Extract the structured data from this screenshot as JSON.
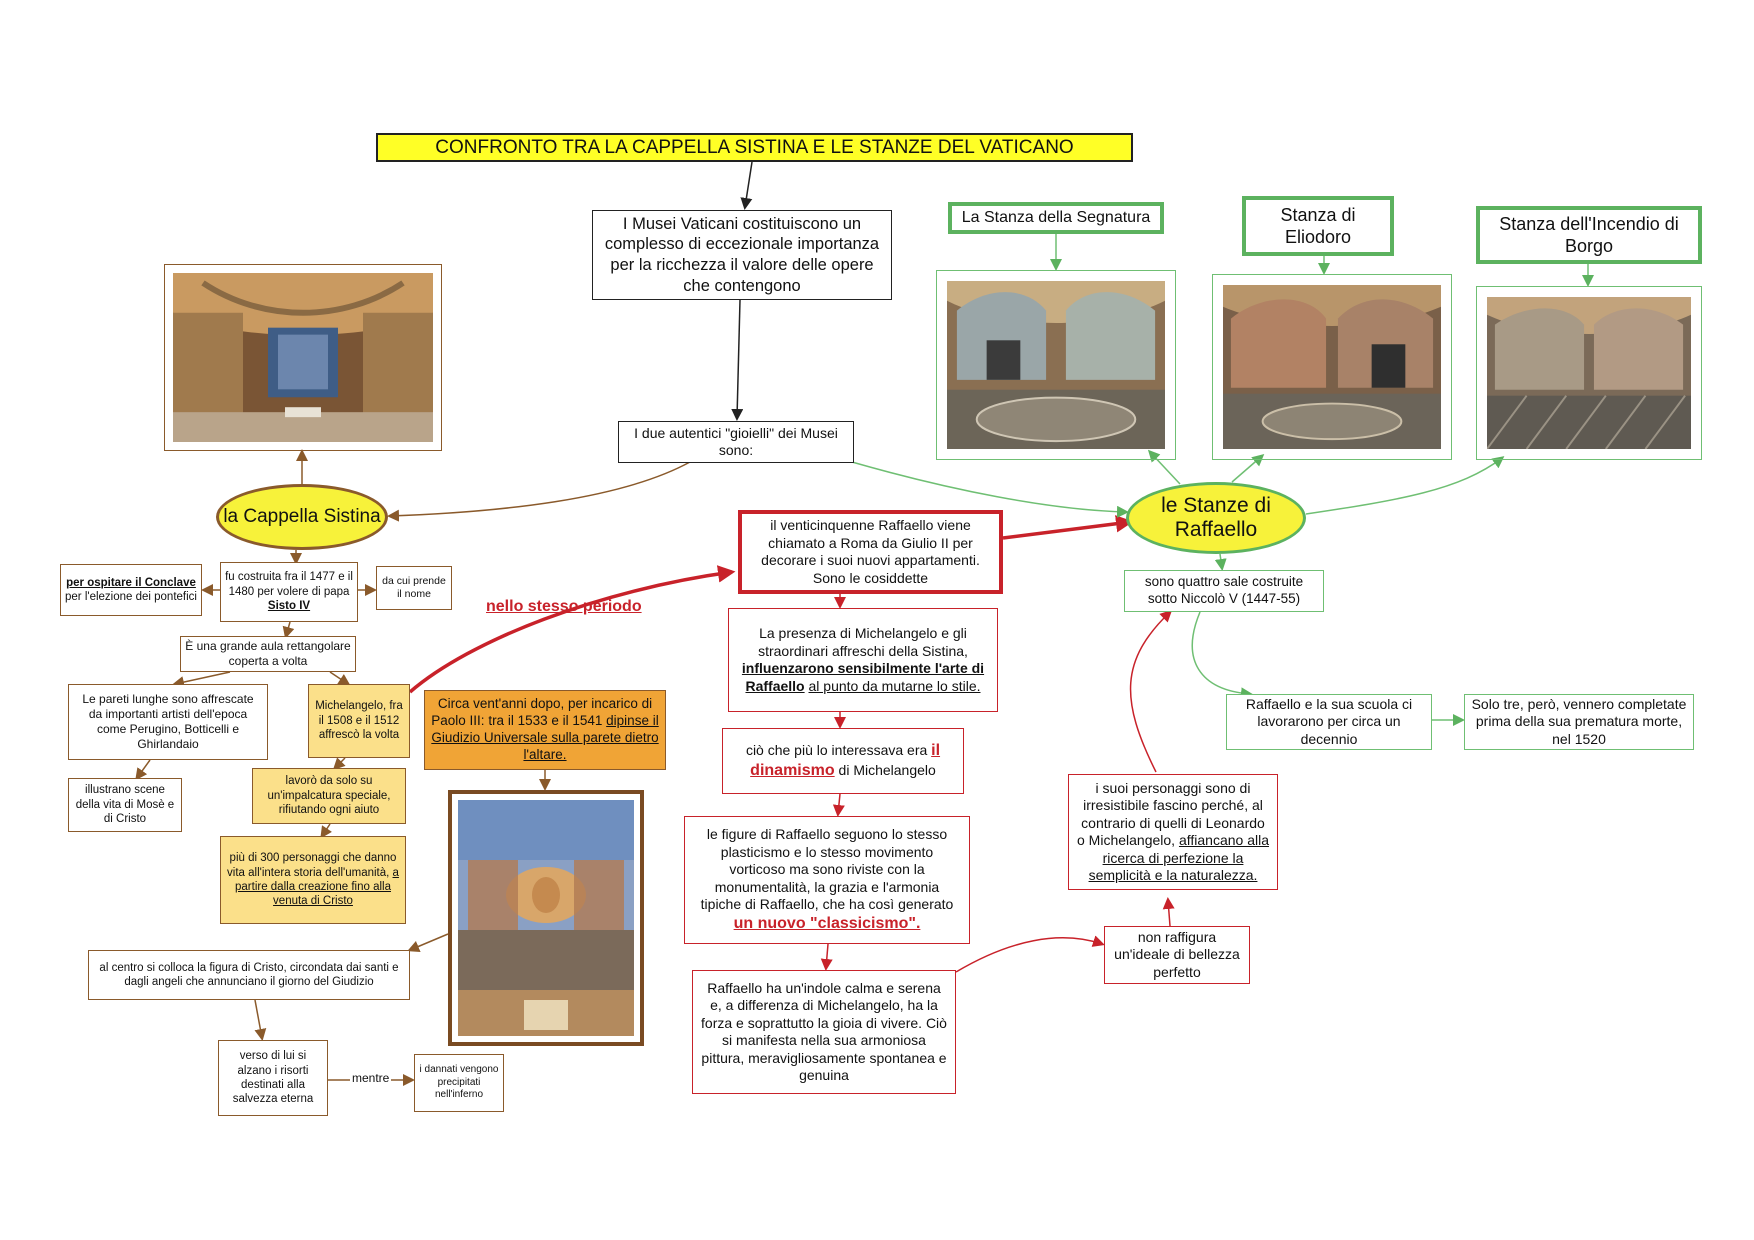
{
  "title": "CONFRONTO TRA LA CAPPELLA SISTINA E LE STANZE DEL VATICANO",
  "colors": {
    "title_bg": "#ffff26",
    "brown": "#8a5a2b",
    "red": "#c8222a",
    "green": "#5cb25f",
    "yellow_node": "#f7f23a",
    "orange_box": "#f0a436",
    "light_yellow_box": "#fbe08a"
  },
  "center": {
    "musei": "I Musei Vaticani costituiscono un complesso di eccezionale importanza per la ricchezza il valore delle opere che contengono",
    "gioielli": "I due autentici \"gioielli\" dei Musei sono:"
  },
  "left": {
    "node": "la Cappella Sistina",
    "ospitare_a": "per ospitare il Conclave",
    "ospitare_b": "per l'elezione dei pontefici",
    "costruita_a": "fu costruita fra il 1477 e il 1480 per volere di papa",
    "costruita_b": "Sisto IV",
    "dacui": "da cui prende il nome",
    "aula": "È una grande aula rettangolare coperta a volta",
    "pareti": "Le pareti lunghe sono affrescate da importanti artisti dell'epoca come Perugino, Botticelli e Ghirlandaio",
    "scene": "illustrano scene della vita di Mosè e di Cristo",
    "michelangelo": "Michelangelo, fra il 1508 e il 1512 affrescò la volta",
    "solo": "lavorò da solo su un'impalcatura speciale, rifiutando ogni aiuto",
    "personaggi_a": "più di 300 personaggi che danno vita all'intera storia dell'umanità,",
    "personaggi_b": "a partire dalla creazione fino alla venuta di Cristo",
    "ventanni_a": "Circa vent'anni dopo, per incarico di Paolo III: tra il 1533 e il 1541",
    "ventanni_b": "dipinse il Giudizio Universale sulla parete dietro l'altare.",
    "cristo": "al centro si colloca la figura di Cristo, circondata dai santi e dagli angeli che annunciano il giorno del Giudizio",
    "risorti": "verso di lui si alzano i risorti destinati alla salvezza eterna",
    "mentre": "mentre",
    "dannati": "i dannati vengono precipitati nell'inferno"
  },
  "middle": {
    "periodo": "nello stesso periodo",
    "chiamato": "il venticinquenne Raffaello viene chiamato a Roma da Giulio II per decorare i suoi nuovi appartamenti. Sono le cosiddette",
    "presenza_a": "La presenza di Michelangelo e gli straordinari affreschi della Sistina,",
    "presenza_b": "influenzarono sensibilmente l'arte di Raffaello",
    "presenza_c": "al punto da mutarne lo stile.",
    "dinamismo_a": "ciò che più lo interessava era",
    "dinamismo_b": "il dinamismo",
    "dinamismo_c": "di Michelangelo",
    "figure_a": "le figure di Raffaello seguono lo stesso plasticismo e lo stesso movimento vorticoso ma sono riviste con la monumentalità, la grazia e l'armonia tipiche di Raffaello, che ha così generato",
    "figure_b": "un nuovo \"classicismo\".",
    "indole": "Raffaello ha un'indole calma e serena e, a differenza di Michelangelo, ha la forza e soprattutto la gioia di vivere. Ciò si manifesta nella sua armoniosa pittura, meravigliosamente spontanea e genuina",
    "bellezza": "non raffigura un'ideale di bellezza perfetto",
    "fascino_a": "i suoi personaggi sono di irresistibile fascino perché, al contrario di quelli di Leonardo o Michelangelo,",
    "fascino_b": "affiancano alla ricerca di perfezione la semplicità e la naturalezza."
  },
  "right": {
    "node": "le Stanze di Raffaello",
    "segnatura": "La Stanza della Segnatura",
    "eliodoro": "Stanza di Eliodoro",
    "incendio": "Stanza dell'Incendio di Borgo",
    "sale": "sono quattro sale costruite sotto Niccolò V (1447-55)",
    "scuola": "Raffaello e la sua scuola ci lavorarono per circa un decennio",
    "tre": "Solo tre, però, vennero completate prima della sua prematura morte, nel 1520"
  }
}
